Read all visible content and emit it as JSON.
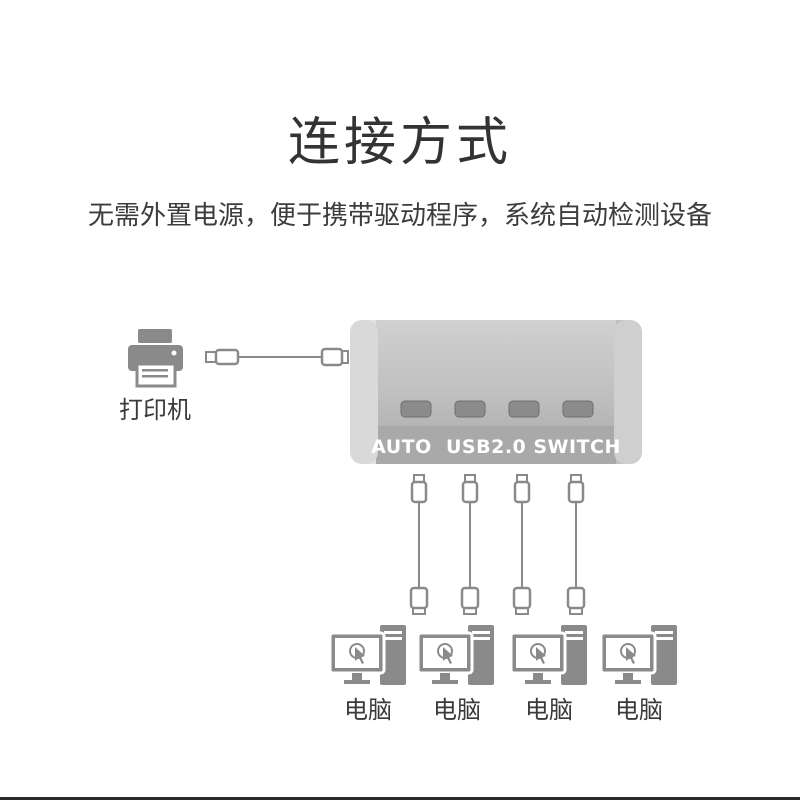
{
  "title": "连接方式",
  "subtitle": "无需外置电源，便于携带驱动程序，系统自动检测设备",
  "printer": {
    "label": "打印机",
    "icon": "printer-icon"
  },
  "hub": {
    "label": "AUTO  USB2.0 SWITCH",
    "port_count": 4
  },
  "computers": [
    {
      "label": "电脑",
      "icon": "computer-icon"
    },
    {
      "label": "电脑",
      "icon": "computer-icon"
    },
    {
      "label": "电脑",
      "icon": "computer-icon"
    },
    {
      "label": "电脑",
      "icon": "computer-icon"
    }
  ],
  "colors": {
    "icon_gray": "#8a8a8a",
    "hub_gray": "#b5b5b5",
    "hub_dark": "#9a9a9a",
    "text": "#3a3a3a"
  }
}
